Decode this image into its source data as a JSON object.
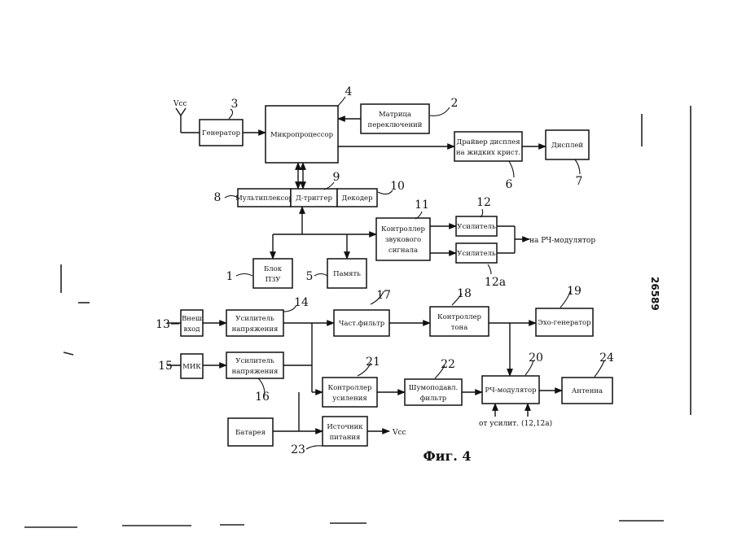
{
  "blocks": {
    "generator": "Генератор",
    "micro": "Микропроцессор",
    "matrix_1": "Матрица",
    "matrix_2": "переключений",
    "lcd_driver_1": "Драйвер дисплея",
    "lcd_driver_2": "на жидких крист.",
    "display": "Дисплей",
    "mux": "Мультиплексор",
    "dtrigger": "Д-триггер",
    "decoder": "Декодер",
    "sound_1": "Контроллер",
    "sound_2": "звукового",
    "sound_3": "сигнала",
    "amp_top": "Усилитель",
    "amp_bottom": "Усилитель",
    "rom_1": "Блок",
    "rom_2": "ПЗУ",
    "memory": "Память",
    "ext_in_1": "Внеш",
    "ext_in_2": "вход",
    "vamp1_1": "Усилитель",
    "vamp1_2": "напряжения",
    "freq_filter": "Част.фильтр",
    "tone_1": "Контроллер",
    "tone_2": "тона",
    "echo": "Эхо-генератор",
    "mic": "МИК",
    "vamp2_1": "Усилитель",
    "vamp2_2": "напряжения",
    "gain_1": "Контроллер",
    "gain_2": "усиления",
    "noise_1": "Шумоподавл.",
    "noise_2": "фильтр",
    "rf_mod": "РЧ-модулятор",
    "antenna": "Антенна",
    "battery": "Батарея",
    "psu_1": "Источник",
    "psu_2": "питания"
  },
  "signals": {
    "vcc_in": "Vcc",
    "vcc_out": "Vcc",
    "to_rf": "на РЧ-модулятор",
    "from_amp": "от усилит. (12,12а)"
  },
  "refs": {
    "r1": "1",
    "r2": "2",
    "r3": "3",
    "r4": "4",
    "r5": "5",
    "r6": "6",
    "r7": "7",
    "r8": "8",
    "r9": "9",
    "r10": "10",
    "r11": "11",
    "r12": "12",
    "r12a": "12а",
    "r13": "13",
    "r14": "14",
    "r15": "15",
    "r16": "16",
    "r17": "17",
    "r18": "18",
    "r19": "19",
    "r20": "20",
    "r21": "21",
    "r22": "22",
    "r23": "23",
    "r24": "24"
  },
  "caption": "Фиг. 4",
  "side_number": "26589"
}
